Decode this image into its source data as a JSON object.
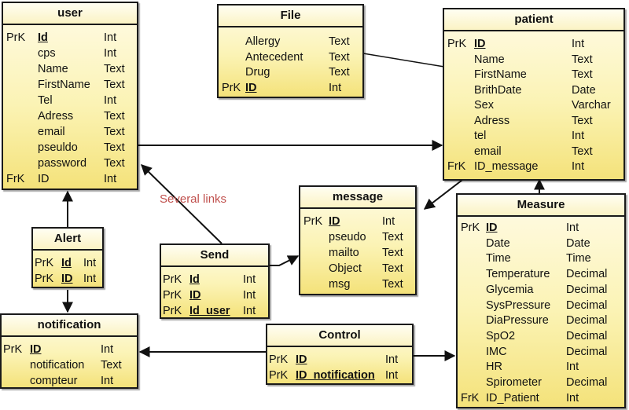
{
  "entities": {
    "user": {
      "title": "user",
      "rows": [
        {
          "key": "PrK",
          "name": "Id",
          "type": "Int",
          "pk": true
        },
        {
          "key": "",
          "name": "cps",
          "type": "Int"
        },
        {
          "key": "",
          "name": "Name",
          "type": "Text"
        },
        {
          "key": "",
          "name": "FirstName",
          "type": "Text"
        },
        {
          "key": "",
          "name": "Tel",
          "type": "Int"
        },
        {
          "key": "",
          "name": "Adress",
          "type": "Text"
        },
        {
          "key": "",
          "name": "email",
          "type": "Text"
        },
        {
          "key": "",
          "name": "pseuldo",
          "type": "Text"
        },
        {
          "key": "",
          "name": "password",
          "type": "Text"
        },
        {
          "key": "FrK",
          "name": "ID",
          "type": "Int"
        }
      ]
    },
    "file": {
      "title": "File",
      "rows": [
        {
          "key": "",
          "name": "Allergy",
          "type": "Text"
        },
        {
          "key": "",
          "name": "Antecedent",
          "type": "Text"
        },
        {
          "key": "",
          "name": "Drug",
          "type": "Text"
        },
        {
          "key": "PrK",
          "name": "ID",
          "type": "Int",
          "pk": true
        }
      ]
    },
    "patient": {
      "title": "patient",
      "rows": [
        {
          "key": "PrK",
          "name": "ID",
          "type": "Int",
          "pk": true
        },
        {
          "key": "",
          "name": "Name",
          "type": "Text"
        },
        {
          "key": "",
          "name": "FirstName",
          "type": "Text"
        },
        {
          "key": "",
          "name": "BrithDate",
          "type": "Date"
        },
        {
          "key": "",
          "name": "Sex",
          "type": "Varchar"
        },
        {
          "key": "",
          "name": "Adress",
          "type": "Text"
        },
        {
          "key": "",
          "name": "tel",
          "type": "Int"
        },
        {
          "key": "",
          "name": "email",
          "type": "Text"
        },
        {
          "key": "FrK",
          "name": "ID_message",
          "type": "Int"
        }
      ]
    },
    "message": {
      "title": "message",
      "rows": [
        {
          "key": "PrK",
          "name": "ID",
          "type": "Int",
          "pk": true
        },
        {
          "key": "",
          "name": "pseudo",
          "type": "Text"
        },
        {
          "key": "",
          "name": "mailto",
          "type": "Text"
        },
        {
          "key": "",
          "name": "Object",
          "type": "Text"
        },
        {
          "key": "",
          "name": "msg",
          "type": "Text"
        }
      ]
    },
    "measure": {
      "title": "Measure",
      "rows": [
        {
          "key": "PrK",
          "name": "ID",
          "type": "Int",
          "pk": true
        },
        {
          "key": "",
          "name": "Date",
          "type": "Date"
        },
        {
          "key": "",
          "name": "Time",
          "type": "Time"
        },
        {
          "key": "",
          "name": "Temperature",
          "type": "Decimal"
        },
        {
          "key": "",
          "name": "Glycemia",
          "type": "Decimal"
        },
        {
          "key": "",
          "name": "SysPressure",
          "type": "Decimal"
        },
        {
          "key": "",
          "name": "DiaPressure",
          "type": "Decimal"
        },
        {
          "key": "",
          "name": "SpO2",
          "type": "Decimal"
        },
        {
          "key": "",
          "name": "IMC",
          "type": "Decimal"
        },
        {
          "key": "",
          "name": "HR",
          "type": "Int"
        },
        {
          "key": "",
          "name": "Spirometer",
          "type": "Decimal"
        },
        {
          "key": "FrK",
          "name": "ID_Patient",
          "type": "Int"
        }
      ]
    },
    "alert": {
      "title": "Alert",
      "rows": [
        {
          "key": "PrK",
          "name": "Id",
          "type": "Int",
          "pk": true
        },
        {
          "key": "PrK",
          "name": "ID",
          "type": "Int",
          "pk": true
        }
      ]
    },
    "send": {
      "title": "Send",
      "rows": [
        {
          "key": "PrK",
          "name": "Id",
          "type": "Int",
          "pk": true
        },
        {
          "key": "PrK",
          "name": "ID",
          "type": "Int",
          "pk": true
        },
        {
          "key": "PrK",
          "name": "Id_user",
          "type": "Int",
          "pk": true
        }
      ]
    },
    "notification": {
      "title": "notification",
      "rows": [
        {
          "key": "PrK",
          "name": "ID",
          "type": "Int",
          "pk": true
        },
        {
          "key": "",
          "name": "notification",
          "type": "Text"
        },
        {
          "key": "",
          "name": "compteur",
          "type": "Int"
        }
      ]
    },
    "control": {
      "title": "Control",
      "rows": [
        {
          "key": "PrK",
          "name": "ID",
          "type": "Int",
          "pk": true
        },
        {
          "key": "PrK",
          "name": "ID_notification",
          "type": "Int",
          "pk": true
        }
      ]
    }
  },
  "labels": {
    "several_links": "Several links"
  },
  "colors": {
    "entity_fill": "#f8eba0",
    "line": "#111111",
    "label": "#c0504d"
  }
}
